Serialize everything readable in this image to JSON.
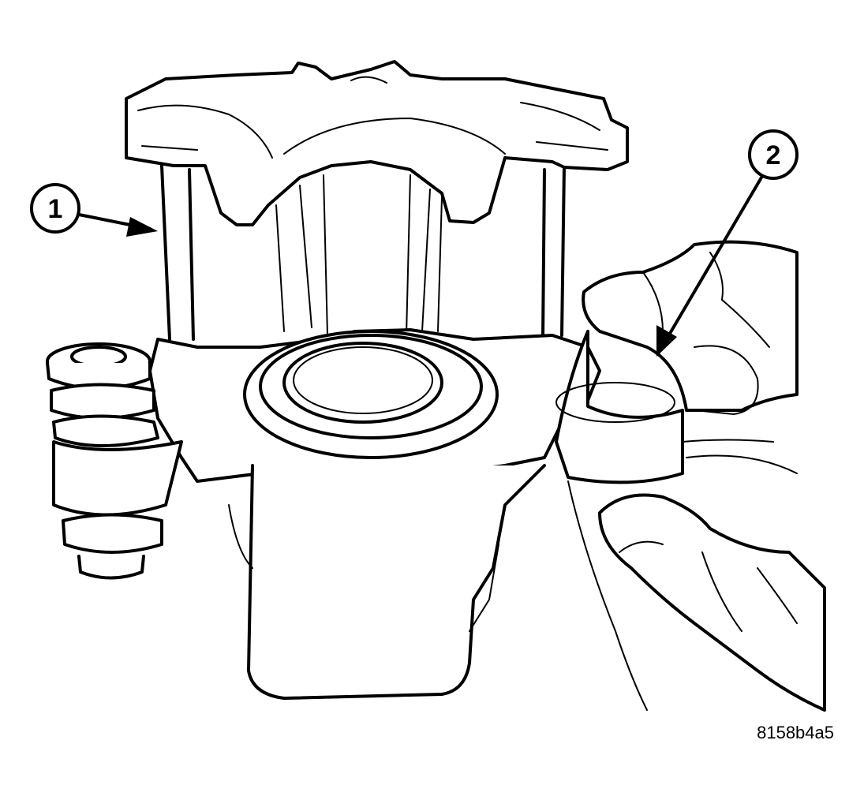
{
  "callouts": [
    {
      "label": "1"
    },
    {
      "label": "2"
    }
  ],
  "figure_id": "8158b4a5",
  "colors": {
    "ink": "#000000",
    "paper": "#ffffff"
  }
}
